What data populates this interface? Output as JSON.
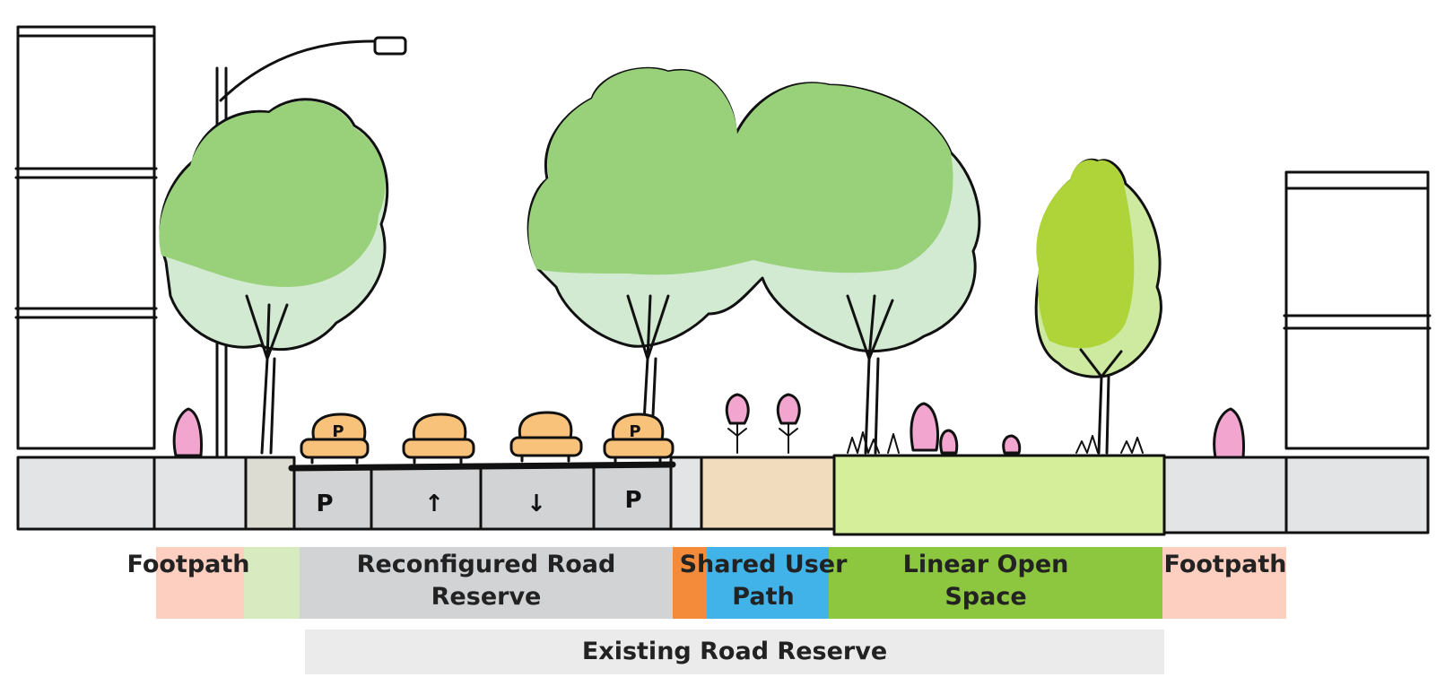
{
  "road_marks": {
    "parking_left": "P",
    "lane_up": "↑",
    "lane_down": "↓",
    "parking_right": "P",
    "car_sign_1": "P",
    "car_sign_4": "P"
  },
  "legend": {
    "footpath_left": "Footpath",
    "reconfigured_road_reserve_line1": "Reconfigured Road",
    "reconfigured_road_reserve_line2": "Reserve",
    "shared_user_path_line1": "Shared User",
    "shared_user_path_line2": "Path",
    "linear_open_space_line1": "Linear Open",
    "linear_open_space_line2": "Space",
    "footpath_right": "Footpath",
    "existing_road_reserve": "Existing Road Reserve"
  },
  "colors": {
    "footpath": "#fccfc0",
    "verge": "#d8ebc0",
    "road_reserve": "#d2d3d5",
    "separator": "#f38b3a",
    "shared_user_path": "#41b3e8",
    "linear_open_space": "#8dc63f",
    "existing_road_reserve": "#ebebeb",
    "tree_canopy": "#98d17a",
    "tree_canopy_light": "#d3ead2",
    "tree_lime": "#aed43a",
    "tree_lime_light": "#cdeaa0",
    "car": "#f9c27b",
    "pink_shrub": "#f2a6cf",
    "open_space_ground": "#d4ee9a",
    "shared_path_ground": "#f1dcbd",
    "pavement": "#e3e4e5"
  }
}
